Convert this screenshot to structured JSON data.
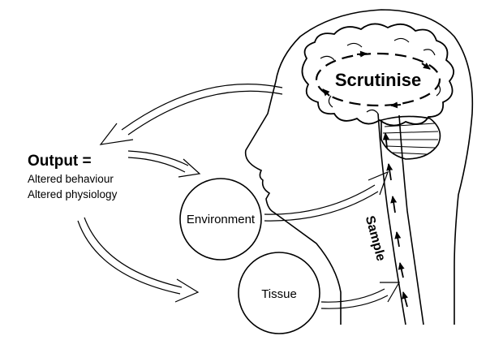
{
  "labels": {
    "scrutinise": "Scrutinise",
    "sample": "Sample",
    "output_title": "Output =",
    "output_lines": [
      "Altered behaviour",
      "Altered physiology"
    ],
    "environment": "Environment",
    "tissue": "Tissue"
  },
  "colors": {
    "stroke": "#000000",
    "background": "#ffffff"
  }
}
